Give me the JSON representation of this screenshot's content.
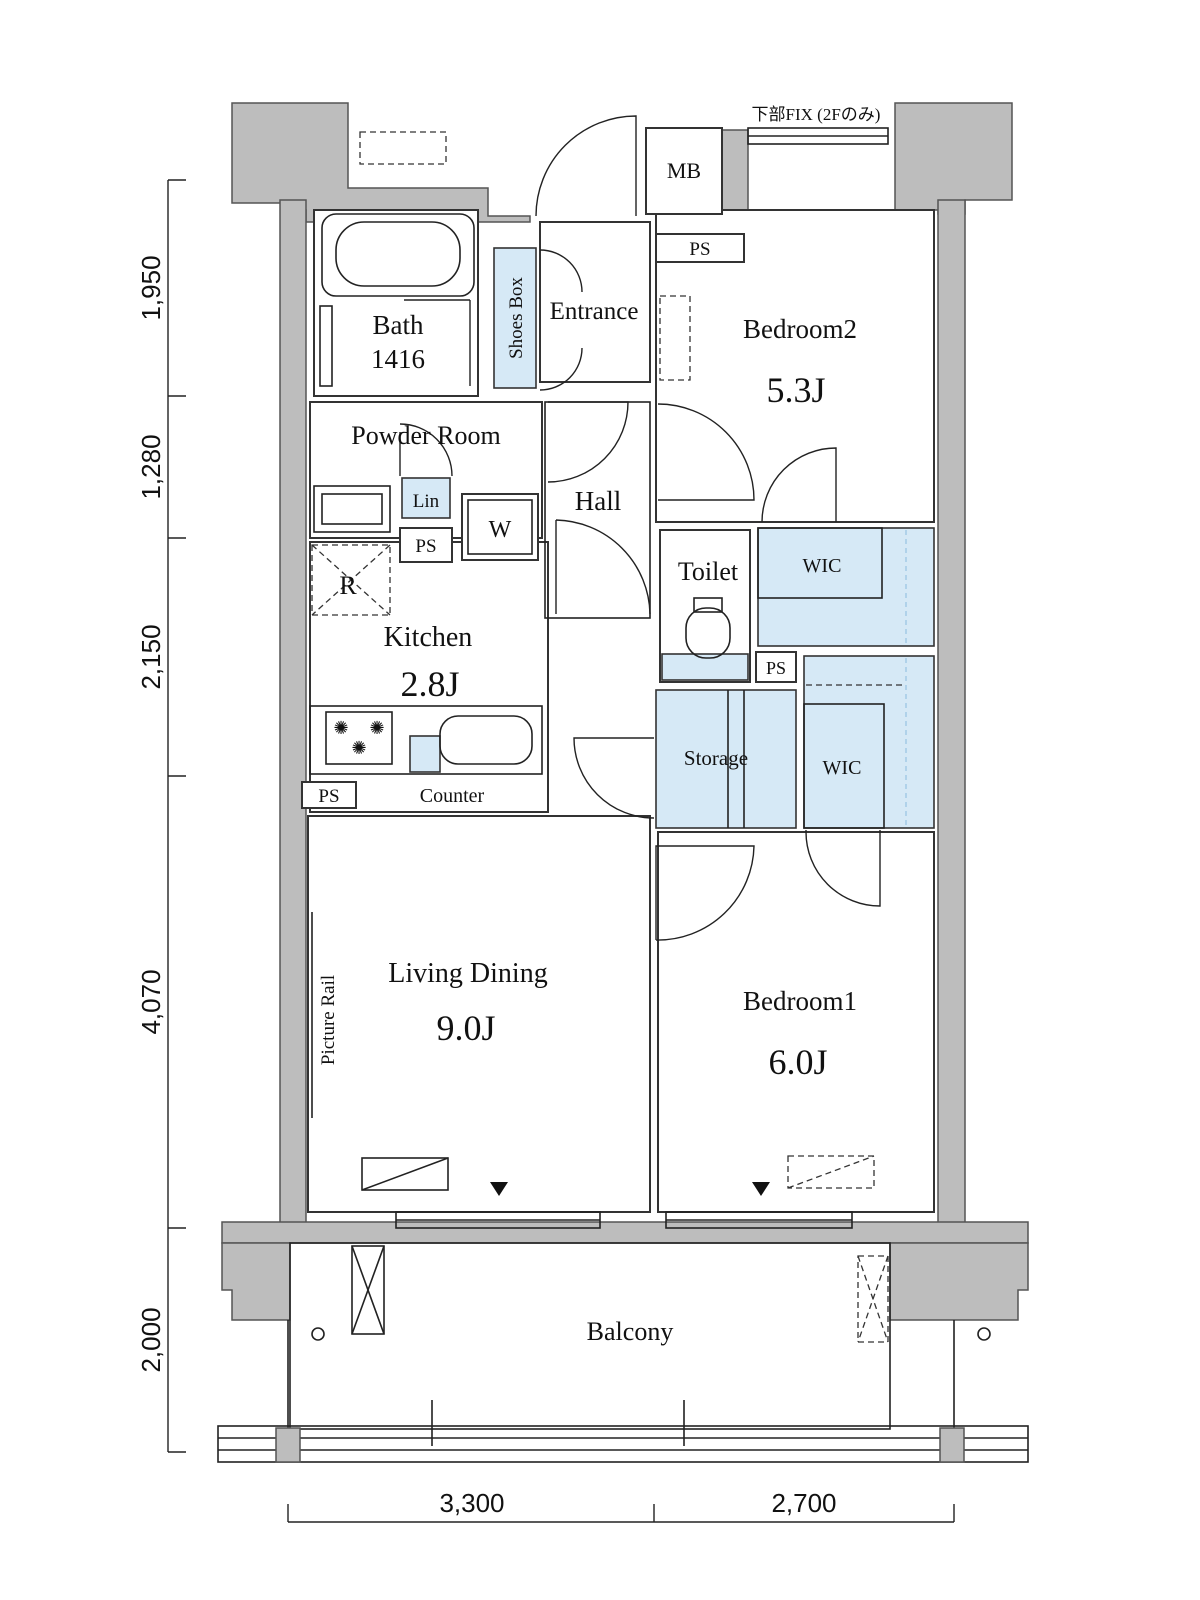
{
  "rooms": {
    "bath": {
      "name": "Bath",
      "size": "1416"
    },
    "powder_room": {
      "name": "Powder Room"
    },
    "linen": {
      "name": "Lin"
    },
    "washer": {
      "name": "W"
    },
    "entrance": {
      "name": "Entrance"
    },
    "shoes_box": {
      "name": "Shoes Box"
    },
    "meter_box": {
      "name": "MB"
    },
    "hall": {
      "name": "Hall"
    },
    "toilet": {
      "name": "Toilet"
    },
    "bedroom2": {
      "name": "Bedroom2",
      "size": "5.3J"
    },
    "wic_upper": {
      "name": "WIC"
    },
    "wic_lower": {
      "name": "WIC"
    },
    "storage": {
      "name": "Storage"
    },
    "kitchen": {
      "name": "Kitchen",
      "size": "2.8J",
      "fridge": "R",
      "counter": "Counter"
    },
    "living_dining": {
      "name": "Living Dining",
      "size": "9.0J",
      "picture_rail": "Picture Rail"
    },
    "bedroom1": {
      "name": "Bedroom1",
      "size": "6.0J"
    },
    "balcony": {
      "name": "Balcony"
    }
  },
  "labels": {
    "ps": "PS",
    "window_note": "下部FIX (2Fのみ)"
  },
  "dimensions": {
    "vertical": [
      "1,950",
      "1,280",
      "2,150",
      "4,070",
      "2,000"
    ],
    "horizontal": [
      "3,300",
      "2,700"
    ]
  },
  "colors": {
    "wall": "#bdbdbd",
    "storage_fill": "#d6e9f6",
    "line": "#222222"
  }
}
